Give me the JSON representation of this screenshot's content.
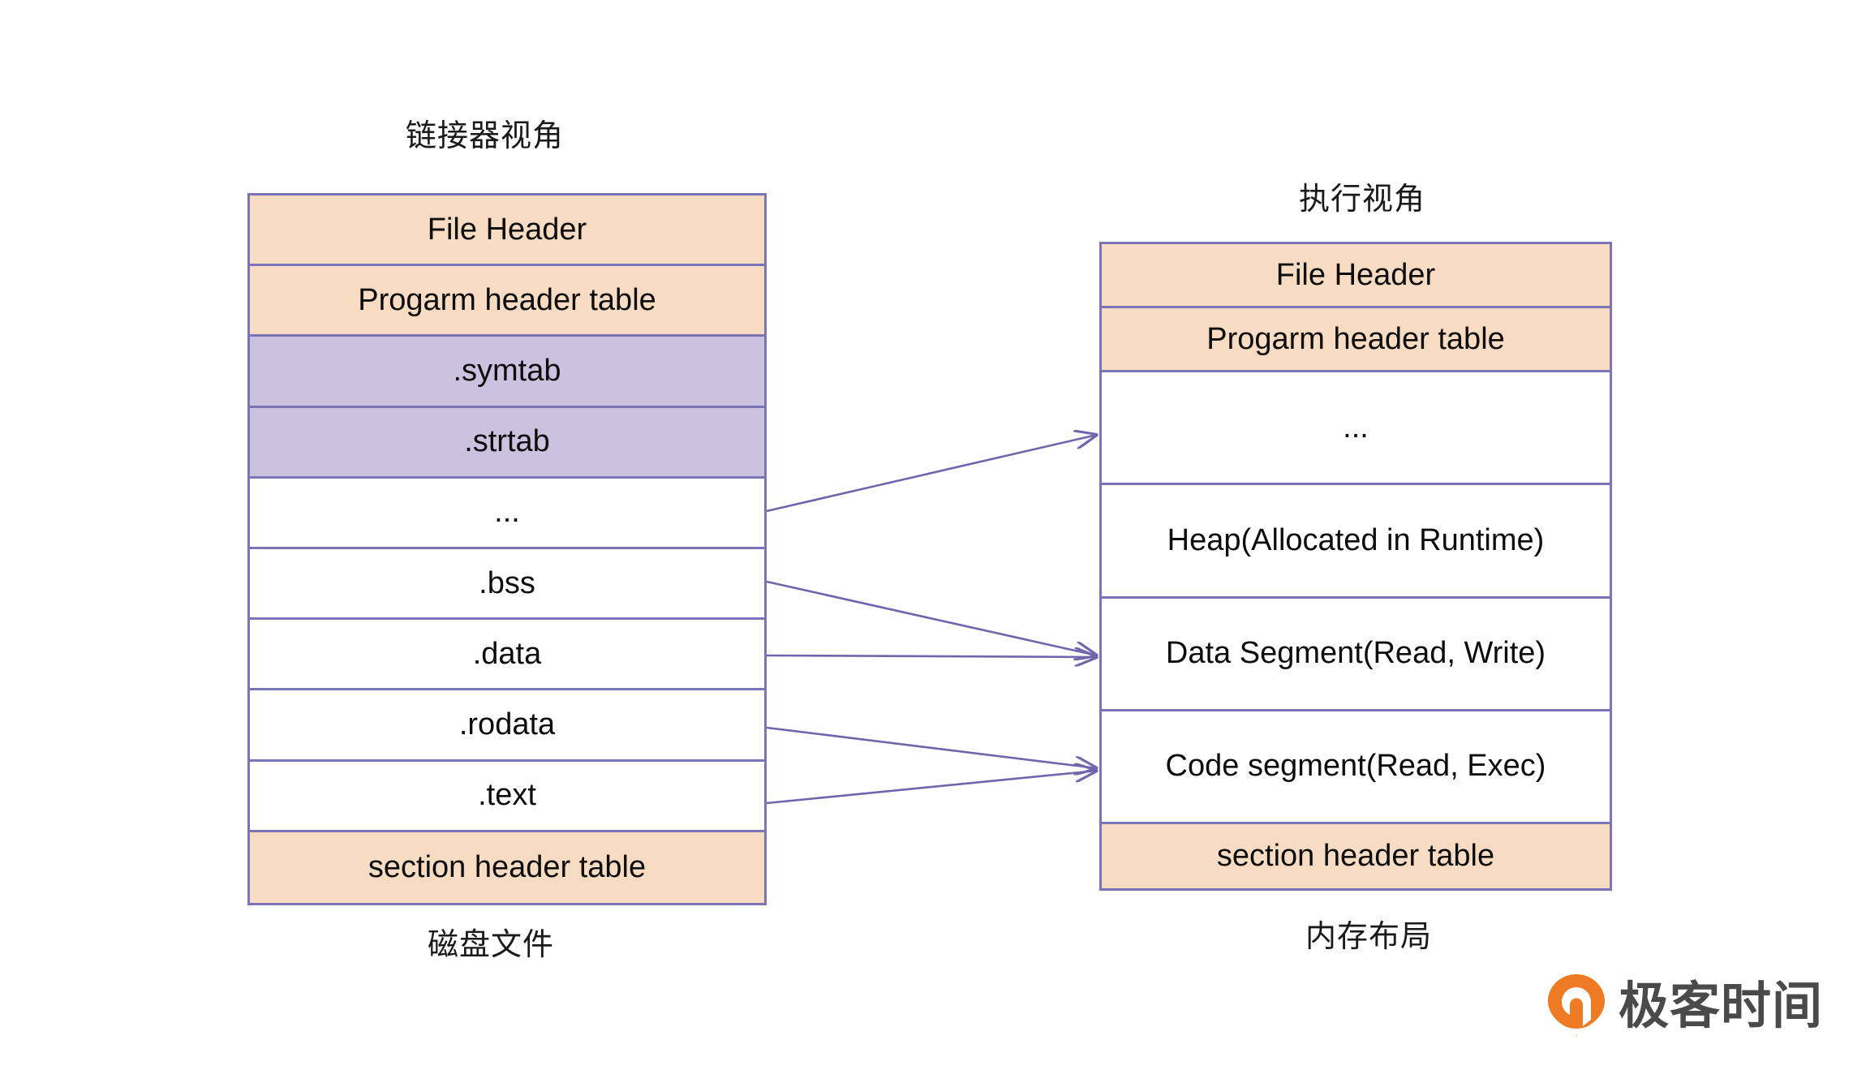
{
  "captions": {
    "linker_view": "链接器视角",
    "disk_file": "磁盘文件",
    "exec_view": "执行视角",
    "memory_layout": "内存布局"
  },
  "linker_table": {
    "name": "链接器视角 / 磁盘文件",
    "rows": [
      {
        "label": "File Header",
        "fill": "peach",
        "color": "#F7DCC3"
      },
      {
        "label": "Progarm header table",
        "fill": "peach",
        "color": "#F7DCC3"
      },
      {
        "label": ".symtab",
        "fill": "purple",
        "color": "#CBC2E0"
      },
      {
        "label": ".strtab",
        "fill": "purple",
        "color": "#CBC2E0"
      },
      {
        "label": "...",
        "fill": "white",
        "color": "#FFFFFF"
      },
      {
        "label": ".bss",
        "fill": "white",
        "color": "#FFFFFF"
      },
      {
        "label": ".data",
        "fill": "white",
        "color": "#FFFFFF"
      },
      {
        "label": ".rodata",
        "fill": "white",
        "color": "#FFFFFF"
      },
      {
        "label": ".text",
        "fill": "white",
        "color": "#FFFFFF"
      },
      {
        "label": "section header table",
        "fill": "peach",
        "color": "#F7DCC3"
      }
    ]
  },
  "memory_table": {
    "name": "执行视角 / 内存布局",
    "rows": [
      {
        "label": "File Header",
        "fill": "peach",
        "color": "#F7DCC3"
      },
      {
        "label": "Progarm header table",
        "fill": "peach",
        "color": "#F7DCC3"
      },
      {
        "label": "...",
        "fill": "white",
        "color": "#FFFFFF"
      },
      {
        "label": "Heap(Allocated in Runtime)",
        "fill": "white",
        "color": "#FFFFFF"
      },
      {
        "label": "Data Segment(Read, Write)",
        "fill": "white",
        "color": "#FFFFFF"
      },
      {
        "label": "Code segment(Read, Exec)",
        "fill": "white",
        "color": "#FFFFFF"
      },
      {
        "label": "section header table",
        "fill": "peach",
        "color": "#F7DCC3"
      }
    ]
  },
  "mappings": [
    {
      "from": "...",
      "to": "..."
    },
    {
      "from": ".bss",
      "to": "Data Segment(Read, Write)"
    },
    {
      "from": ".data",
      "to": "Data Segment(Read, Write)"
    },
    {
      "from": ".rodata",
      "to": "Code segment(Read, Exec)"
    },
    {
      "from": ".text",
      "to": "Code segment(Read, Exec)"
    }
  ],
  "logo": {
    "wordmark": "极客时间",
    "mark_color": "#EE7B23",
    "text_color": "#4A4A4A"
  },
  "theme": {
    "border": "#7C74B8",
    "peach": "#F7DCC3",
    "purple": "#CBC2E0",
    "arrow": "#6F66AD",
    "background": "#FFFFFF"
  }
}
